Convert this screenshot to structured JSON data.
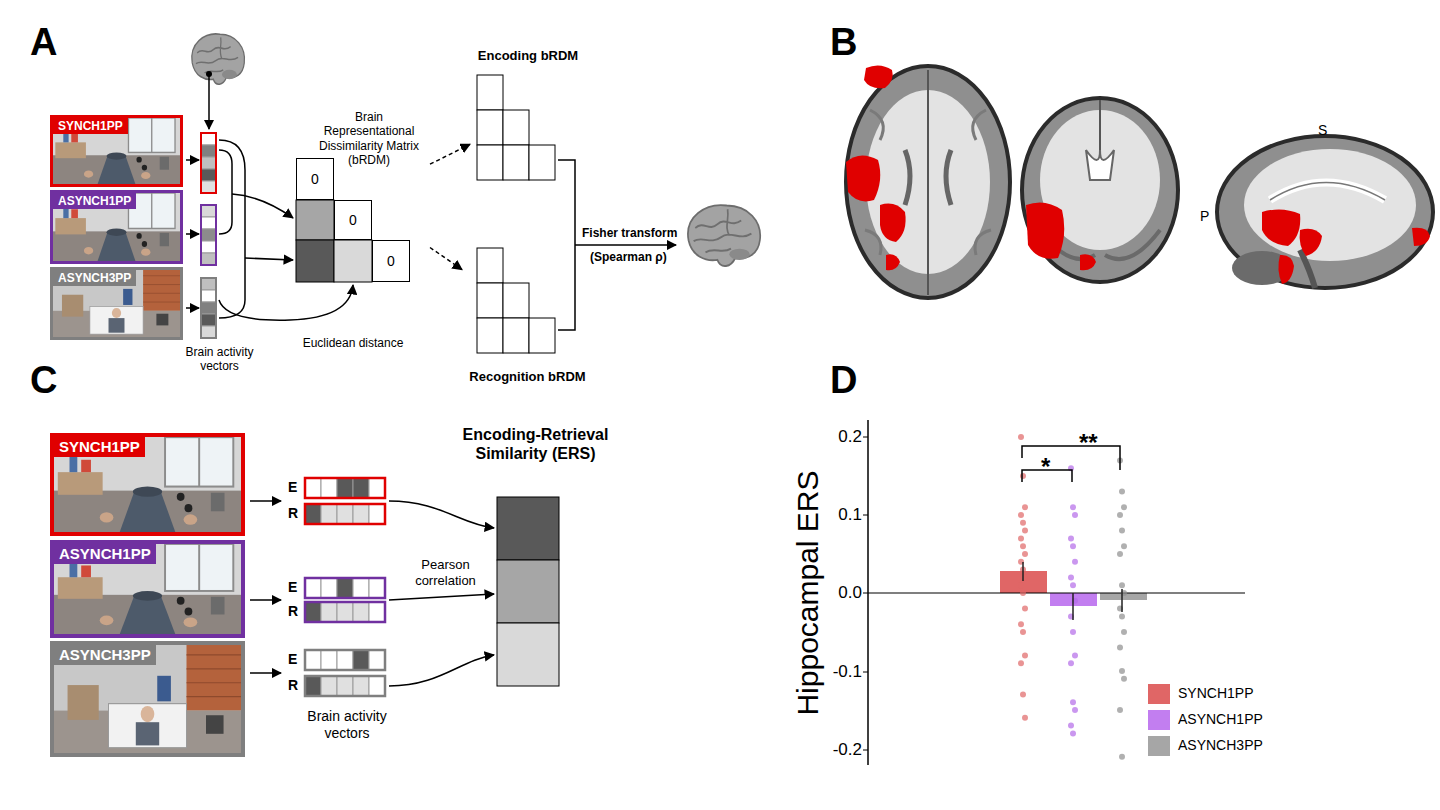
{
  "diagram": {
    "nodes": [
      {
        "text": [
          "SYNCH1PP"
        ]
      },
      {
        "text": [
          "ASYNCH1PP"
        ]
      },
      {
        "text": [
          "ASYNCH3PP"
        ]
      },
      {
        "text": [
          "Brain Representational Dissimilarity Matrix (bRDM)"
        ]
      },
      {
        "text": [
          "0"
        ],
        "in": 3
      },
      {
        "text": [
          "0"
        ],
        "in": 3
      },
      {
        "text": [
          "0"
        ],
        "in": 3
      },
      {
        "text": [
          "Encoding bRDM"
        ]
      },
      {
        "text": [
          "Recognition bRDM"
        ]
      },
      {
        "text": [
          "SYNCH1PP"
        ]
      },
      {
        "text": [
          "ASYNCH1PP"
        ]
      },
      {
        "text": [
          "ASYNCH3PP"
        ]
      },
      {
        "text": [
          "Encoding-Retrieval Similarity (ERS)"
        ]
      }
    ],
    "edges": [
      {
        "from": 3,
        "to": 7,
        "arrow": "to"
      },
      {
        "from": 3,
        "to": 8,
        "arrow": "to"
      }
    ],
    "labels": [
      "A",
      "Brain activity vectors",
      "Euclidean distance",
      "Fisher transform",
      "(Spearman ρ)",
      "B",
      "S",
      "P",
      "C",
      "E",
      "R",
      "E",
      "R",
      "E",
      "R",
      "Pearson correlation",
      "Brain activity vectors",
      "D",
      "Hippocampal ERS",
      "0.2",
      "0.1",
      "0.0",
      "-0.1",
      "-0.2",
      "*",
      "**"
    ],
    "legend": [
      {
        "text": "SYNCH1PP",
        "color": "#e06666"
      },
      {
        "text": "ASYNCH1PP",
        "color": "#c27ef0"
      },
      {
        "text": "ASYNCH3PP",
        "color": "#a6a6a6"
      }
    ]
  }
}
